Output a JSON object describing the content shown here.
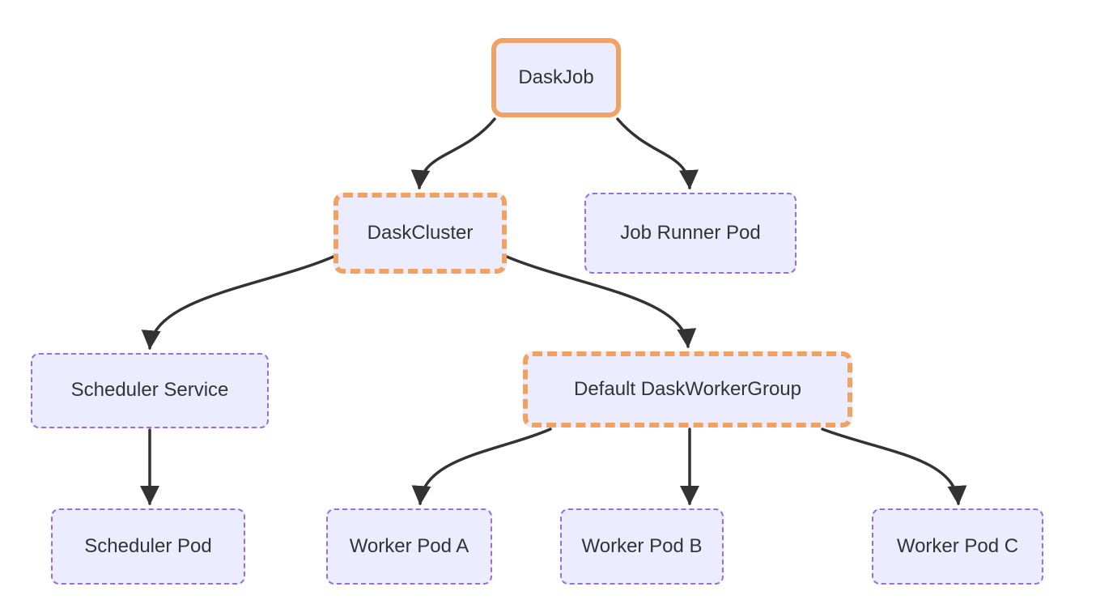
{
  "colors": {
    "background": "#ffffff",
    "node_fill": "#ECECFF",
    "node_border_purple": "#9370DB",
    "accent_orange": "#F0A262",
    "edge_stroke": "#333333",
    "text": "#333333"
  },
  "diagram": {
    "type": "flowchart",
    "direction": "top-down",
    "nodes": [
      {
        "id": "daskjob",
        "label": "DaskJob",
        "style": "orange-solid-border"
      },
      {
        "id": "daskcluster",
        "label": "DaskCluster",
        "style": "orange-dashed-border"
      },
      {
        "id": "jobrunner",
        "label": "Job Runner Pod",
        "style": "purple-dashed-border"
      },
      {
        "id": "schedservice",
        "label": "Scheduler Service",
        "style": "purple-dashed-border"
      },
      {
        "id": "dwg",
        "label": "Default DaskWorkerGroup",
        "style": "orange-dashed-border"
      },
      {
        "id": "schedpod",
        "label": "Scheduler Pod",
        "style": "purple-dashed-border"
      },
      {
        "id": "workera",
        "label": "Worker Pod A",
        "style": "purple-dashed-border"
      },
      {
        "id": "workerb",
        "label": "Worker Pod B",
        "style": "purple-dashed-border"
      },
      {
        "id": "workerc",
        "label": "Worker Pod C",
        "style": "purple-dashed-border"
      }
    ],
    "edges": [
      {
        "from": "DaskJob",
        "to": "DaskCluster"
      },
      {
        "from": "DaskJob",
        "to": "Job Runner Pod"
      },
      {
        "from": "DaskCluster",
        "to": "Scheduler Service"
      },
      {
        "from": "DaskCluster",
        "to": "Default DaskWorkerGroup"
      },
      {
        "from": "Scheduler Service",
        "to": "Scheduler Pod"
      },
      {
        "from": "Default DaskWorkerGroup",
        "to": "Worker Pod A"
      },
      {
        "from": "Default DaskWorkerGroup",
        "to": "Worker Pod B"
      },
      {
        "from": "Default DaskWorkerGroup",
        "to": "Worker Pod C"
      }
    ]
  }
}
